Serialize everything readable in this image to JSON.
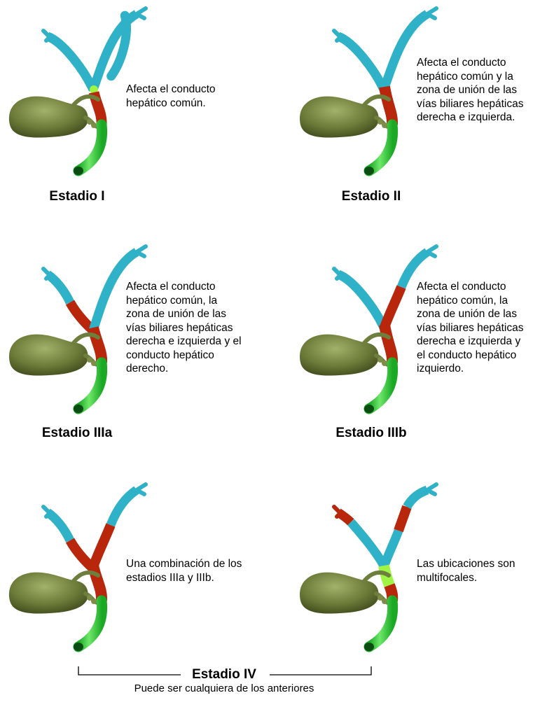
{
  "panels": [
    {
      "title": "Estadio I",
      "description": "Afecta el conducto\nhepático común."
    },
    {
      "title": "Estadio II",
      "description": "Afecta el conducto\nhepático común y la\nzona de unión de las\nvías biliares hepáticas\nderecha e izquierda."
    },
    {
      "title": "Estadio IIIa",
      "description": "Afecta el conducto\nhepático común, la\nzona de unión de las\nvías biliares hepáticas\nderecha e izquierda y el\nconducto hepático\nderecho."
    },
    {
      "title": "Estadio IIIb",
      "description": "Afecta el conducto\nhepático común, la\nzona de unión de las\nvías biliares hepáticas\nderecha e izquierda y\nel conducto hepático\nizquierdo."
    },
    {
      "title": "",
      "description": "Una combinación de los\nestadios IIIa y IIIb."
    },
    {
      "title": "",
      "description": "Las ubicaciones son\nmultifocales."
    }
  ],
  "footer": {
    "title": "Estadio IV",
    "note": "Puede ser cualquiera de los anteriores"
  },
  "colors": {
    "duct": "#2fb1c8",
    "tumor": "#b8270c",
    "cbd": "#2fcd3a",
    "highlight": "#9ef545",
    "gallbladder": "#6e7e3c"
  }
}
